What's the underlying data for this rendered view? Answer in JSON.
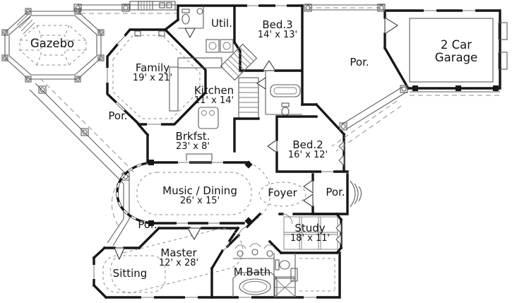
{
  "rooms": {
    "gazebo": {
      "name": "Gazebo"
    },
    "family": {
      "name": "Family",
      "dims": "19' x 21'"
    },
    "util": {
      "name": "Util."
    },
    "bed3": {
      "name": "Bed.3",
      "dims": "14' x 13'"
    },
    "porch_top_right": {
      "name": "Por."
    },
    "garage": {
      "name": "2 Car Garage",
      "line1": "2 Car",
      "line2": "Garage"
    },
    "kitchen": {
      "name": "Kitchen",
      "dims": "11' x 14'"
    },
    "porch_upper_left": {
      "name": "Por."
    },
    "brkfst": {
      "name": "Brkfst.",
      "dims": "23' x 8'"
    },
    "bed2": {
      "name": "Bed.2",
      "dims": "16' x 12'"
    },
    "music_dining": {
      "name": "Music / Dining",
      "dims": "26' x 15'"
    },
    "foyer": {
      "name": "Foyer"
    },
    "porch_entry": {
      "name": "Por."
    },
    "porch_lower_left": {
      "name": "Por."
    },
    "study": {
      "name": "Study",
      "dims": "18' x 11'"
    },
    "master": {
      "name": "Master",
      "dims": "12' x 28'"
    },
    "sitting": {
      "name": "Sitting"
    },
    "mbath": {
      "name": "M.Bath"
    }
  },
  "palette": {
    "wall": "#161616",
    "thin_line": "#5a5a5a",
    "dashed_line": "#8c8c8c",
    "background": "#ffffff",
    "text": "#141414"
  }
}
